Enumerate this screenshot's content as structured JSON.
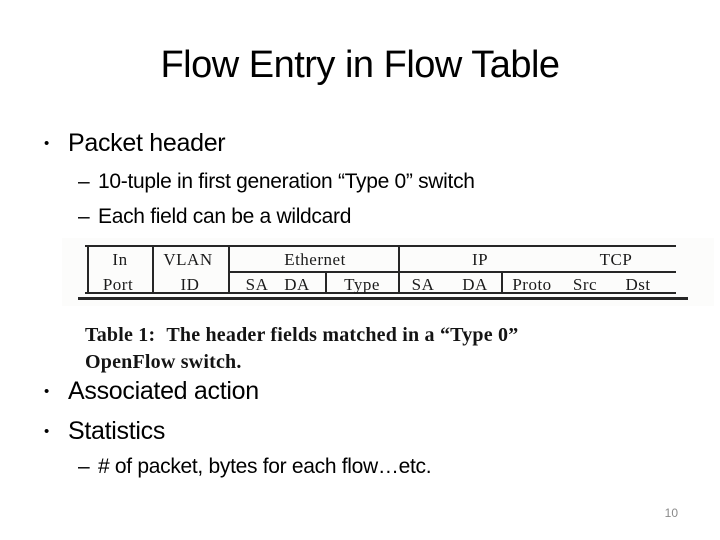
{
  "slide": {
    "title": "Flow Entry in Flow Table",
    "bullets": {
      "b1": {
        "glyph": "•",
        "text": "Packet header"
      },
      "s1": {
        "glyph": "–",
        "text": "10-tuple in first generation “Type 0” switch"
      },
      "s2": {
        "glyph": "–",
        "text": "Each field can be a wildcard"
      },
      "b2": {
        "glyph": "•",
        "text": "Associated action"
      },
      "b3": {
        "glyph": "•",
        "text": "Statistics"
      },
      "s3": {
        "glyph": "–",
        "text": "# of packet, bytes for each flow…etc."
      }
    },
    "page_number": "10"
  },
  "figure": {
    "table": {
      "h_in": "In",
      "h_vlan": "VLAN",
      "h_eth": "Ethernet",
      "h_ip": "IP",
      "h_tcp": "TCP",
      "c_port": "Port",
      "c_id": "ID",
      "c_sa1": "SA",
      "c_da1": "DA",
      "c_type": "Type",
      "c_sa2": "SA",
      "c_da2": "DA",
      "c_proto": "Proto",
      "c_src": "Src",
      "c_dst": "Dst",
      "groups": [
        {
          "group": "In",
          "fields": [
            "Port"
          ]
        },
        {
          "group": "VLAN",
          "fields": [
            "ID"
          ]
        },
        {
          "group": "Ethernet",
          "fields": [
            "SA",
            "DA",
            "Type"
          ]
        },
        {
          "group": "IP",
          "fields": [
            "SA",
            "DA",
            "Proto"
          ]
        },
        {
          "group": "TCP",
          "fields": [
            "Src",
            "Dst"
          ]
        }
      ]
    },
    "caption_prefix": "Table 1:",
    "caption_line1": "The header fields matched in a “Type 0”",
    "caption_line2": "OpenFlow switch."
  },
  "colors": {
    "text": "#000000",
    "figure_ink": "#262626",
    "page_number": "#8a8a8a",
    "background": "#ffffff"
  }
}
